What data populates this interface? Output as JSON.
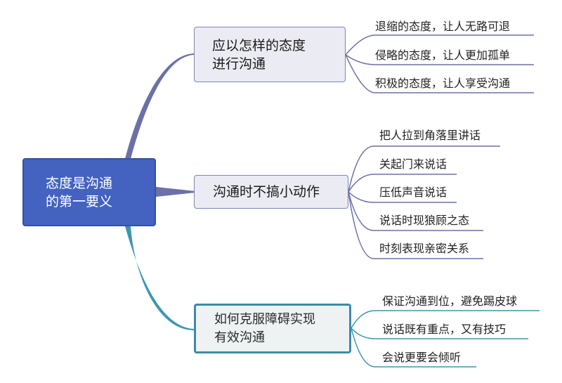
{
  "root": {
    "label": "态度是沟通\n的第一要义"
  },
  "branches": [
    {
      "label": "应以怎样的态度\n进行沟通",
      "color": "#6c70a8",
      "leaves": [
        "退缩的态度，让人无路可退",
        "侵略的态度，让人更加孤单",
        "积极的态度，让人享受沟通"
      ]
    },
    {
      "label": "沟通时不搞小动作",
      "color": "#6c70a8",
      "leaves": [
        "把人拉到角落里讲话",
        "关起门来说话",
        "压低声音说话",
        "说话时现狼顾之态",
        "时刻表现亲密关系"
      ]
    },
    {
      "label": "如何克服障碍实现\n有效沟通",
      "color": "#3d96b0",
      "leaves": [
        "保证沟通到位，避免踢皮球",
        "说话既有重点，又有技巧",
        "会说更要会倾听"
      ]
    }
  ],
  "colors": {
    "root_fill": "#4463c0",
    "branch_line_purple": "#6c70a8",
    "branch_line_teal": "#3d96b0"
  }
}
